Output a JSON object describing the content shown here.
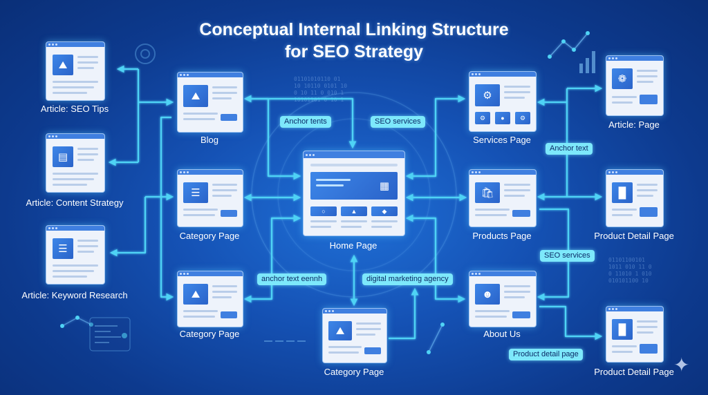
{
  "title_line1": "Conceptual Internal Linking Structure",
  "title_line2": "for SEO Strategy",
  "colors": {
    "link": "#4fd3f5",
    "chip_bg": "#7de8fb",
    "card": "#eef3fb",
    "background": "#1552b5"
  },
  "nodes": {
    "seo_tips": {
      "label": "Article: SEO Tips",
      "icon": "image-icon"
    },
    "content_strategy": {
      "label": "Article: Content Strategy",
      "icon": "document-icon"
    },
    "keyword_research": {
      "label": "Article: Keyword Research",
      "icon": "list-icon"
    },
    "blog": {
      "label": "Blog",
      "icon": "image-icon"
    },
    "category_left": {
      "label": "Category Page",
      "icon": "list-icon"
    },
    "category_bottom_left": {
      "label": "Category Page",
      "icon": "image-icon"
    },
    "home": {
      "label": "Home Page",
      "icon": "hero-icon"
    },
    "category_bottom": {
      "label": "Category Page",
      "icon": "image-icon"
    },
    "services": {
      "label": "Services Page",
      "icon": "gear-icon"
    },
    "products": {
      "label": "Products Page",
      "icon": "bag-icon"
    },
    "about": {
      "label": "About Us",
      "icon": "user-icon"
    },
    "article_page": {
      "label": "Article: Page",
      "icon": "lightbulb-icon"
    },
    "product_detail_1": {
      "label": "Product Detail Page",
      "icon": "tshirt-icon"
    },
    "product_detail_2": {
      "label": "Product Detail Page",
      "icon": "tshirt-icon"
    }
  },
  "chips": {
    "anchor_tents": "Anchor tents",
    "seo_services_top": "SEO services",
    "anchor_text": "Anchor text",
    "seo_services_right": "SEO services",
    "anchor_text_eennh": "anchor text eennh",
    "digital_marketing": "digital marketing agency",
    "product_detail_page": "Product detail page"
  }
}
